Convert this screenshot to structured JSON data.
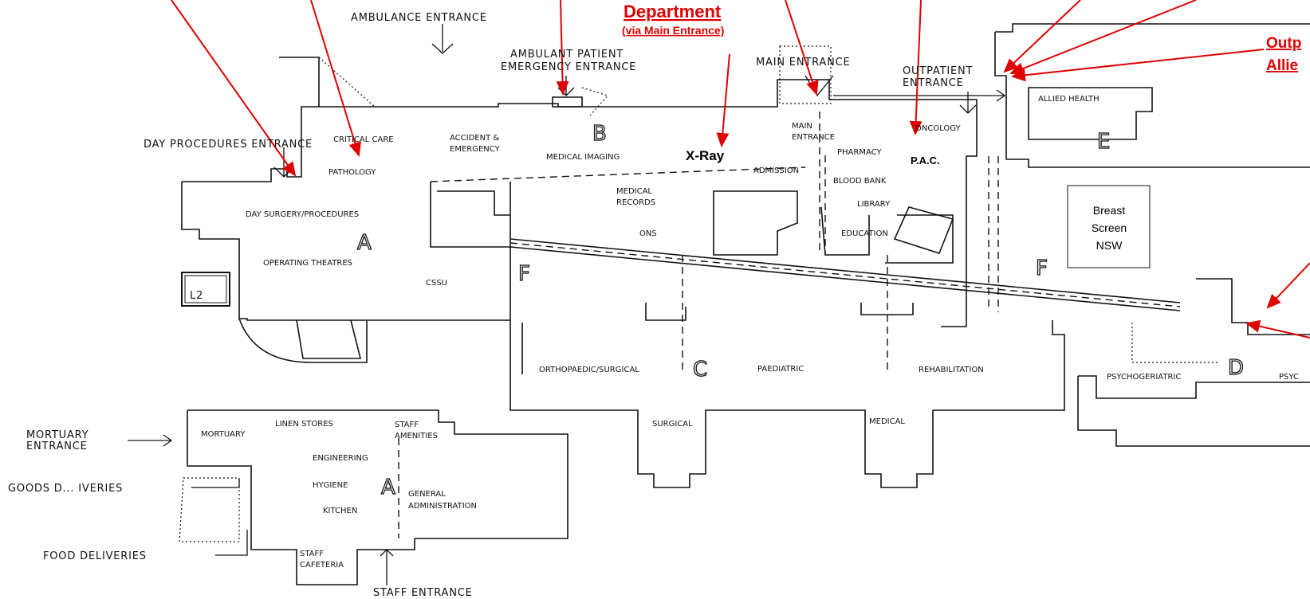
{
  "map_title": "",
  "level_label": "L2",
  "colors": {
    "annotation_red": "#e00000",
    "linework": "#111111",
    "background": "#ffffff"
  },
  "annotations": {
    "department": "Department",
    "via_main_entrance": "(via Main  Entrance)",
    "xray": "X-Ray",
    "pac": "P.A.C.",
    "outpatients_partial": "Outp",
    "allied_partial": "Allie"
  },
  "breast_screen": {
    "line1": "Breast",
    "line2": "Screen",
    "line3": "NSW"
  },
  "entrances": {
    "ambulance": "AMBULANCE ENTRANCE",
    "ambulant_patient_1": "AMBULANT PATIENT",
    "ambulant_patient_2": "EMERGENCY ENTRANCE",
    "main": "MAIN ENTRANCE",
    "outpatient_1": "OUTPATIENT",
    "outpatient_2": "ENTRANCE",
    "day_procedures": "DAY PROCEDURES ENTRANCE",
    "mortuary_1": "MORTUARY",
    "mortuary_2": "ENTRANCE",
    "goods": "GOODS D... IVERIES",
    "food": "FOOD DELIVERIES",
    "staff": "STAFF ENTRANCE"
  },
  "sections": {
    "a": "A",
    "b": "B",
    "c": "C",
    "d": "D",
    "e": "E",
    "f_left": "F",
    "f_right": "F",
    "a2": "A"
  },
  "rooms": {
    "critical_care": "CRITICAL CARE",
    "accident_1": "ACCIDENT &",
    "accident_2": "EMERGENCY",
    "medical_imaging": "MEDICAL IMAGING",
    "main_entrance_1": "MAIN",
    "main_entrance_2": "ENTRANCE",
    "pharmacy": "PHARMACY",
    "oncology": "ONCOLOGY",
    "allied_health": "ALLIED HEALTH",
    "pathology": "PATHOLOGY",
    "admission": "ADMISSION",
    "blood_bank": "BLOOD BANK",
    "medical_records_1": "MEDICAL",
    "medical_records_2": "RECORDS",
    "ons": "ONS",
    "library": "LIBRARY",
    "education": "EDUCATION",
    "day_surgery": "DAY SURGERY/PROCEDURES",
    "operating_theatres": "OPERATING THEATRES",
    "cssu": "CSSU",
    "orthopaedic": "ORTHOPAEDIC/SURGICAL",
    "paediatric": "PAEDIATRIC",
    "rehabilitation": "REHABILITATION",
    "psychogeriatric": "PSYCHOGERIATRIC",
    "psych_partial": "PSYC",
    "surgical": "SURGICAL",
    "medical": "MEDICAL",
    "mortuary": "MORTUARY",
    "linen_stores": "LINEN STORES",
    "staff_amenities_1": "STAFF",
    "staff_amenities_2": "AMENITIES",
    "engineering": "ENGINEERING",
    "hygiene": "HYGIENE",
    "kitchen": "KITCHEN",
    "general_admin_1": "GENERAL",
    "general_admin_2": "ADMINISTRATION",
    "staff_cafeteria_1": "STAFF",
    "staff_cafeteria_2": "CAFETERIA"
  }
}
